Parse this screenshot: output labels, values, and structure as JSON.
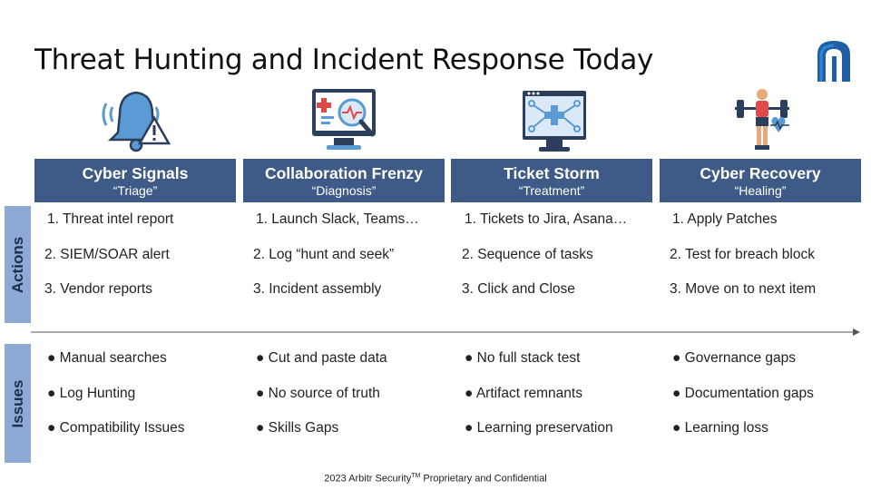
{
  "title": "Threat Hunting and Incident Response Today",
  "columns": [
    {
      "title": "Cyber Signals",
      "subtitle": "“Triage”",
      "icon": "alert-bell-icon",
      "actions": [
        "1. Threat intel report",
        "2. SIEM/SOAR alert",
        "3. Vendor reports"
      ],
      "issues": [
        "● Manual searches",
        "● Log Hunting",
        "● Compatibility Issues"
      ]
    },
    {
      "title": "Collaboration Frenzy",
      "subtitle": "“Diagnosis”",
      "icon": "monitor-diagnosis-icon",
      "actions": [
        "1. Launch Slack, Teams…",
        "2. Log “hunt and seek”",
        "3. Incident assembly"
      ],
      "issues": [
        "● Cut and paste data",
        "● No source of truth",
        "● Skills Gaps"
      ]
    },
    {
      "title": "Ticket Storm",
      "subtitle": "“Treatment”",
      "icon": "monitor-network-icon",
      "actions": [
        "1. Tickets to Jira, Asana…",
        "2. Sequence of tasks",
        "3. Click and Close"
      ],
      "issues": [
        "● No full stack test",
        "● Artifact remnants",
        "● Learning preservation"
      ]
    },
    {
      "title": "Cyber Recovery",
      "subtitle": "“Healing”",
      "icon": "weightlifter-icon",
      "actions": [
        "1. Apply Patches",
        "2. Test for breach block",
        "3. Move on to next item"
      ],
      "issues": [
        "● Governance gaps",
        "● Documentation gaps",
        "● Learning loss"
      ]
    }
  ],
  "side_labels": {
    "actions": "Actions",
    "issues": "Issues"
  },
  "footer": {
    "text": "2023 Arbitr Security",
    "tm": "TM",
    "suffix": " Proprietary and Confidential"
  },
  "colors": {
    "header": "#3e5a86",
    "side": "#8fa9d6",
    "accent": "#5b9bd5"
  }
}
